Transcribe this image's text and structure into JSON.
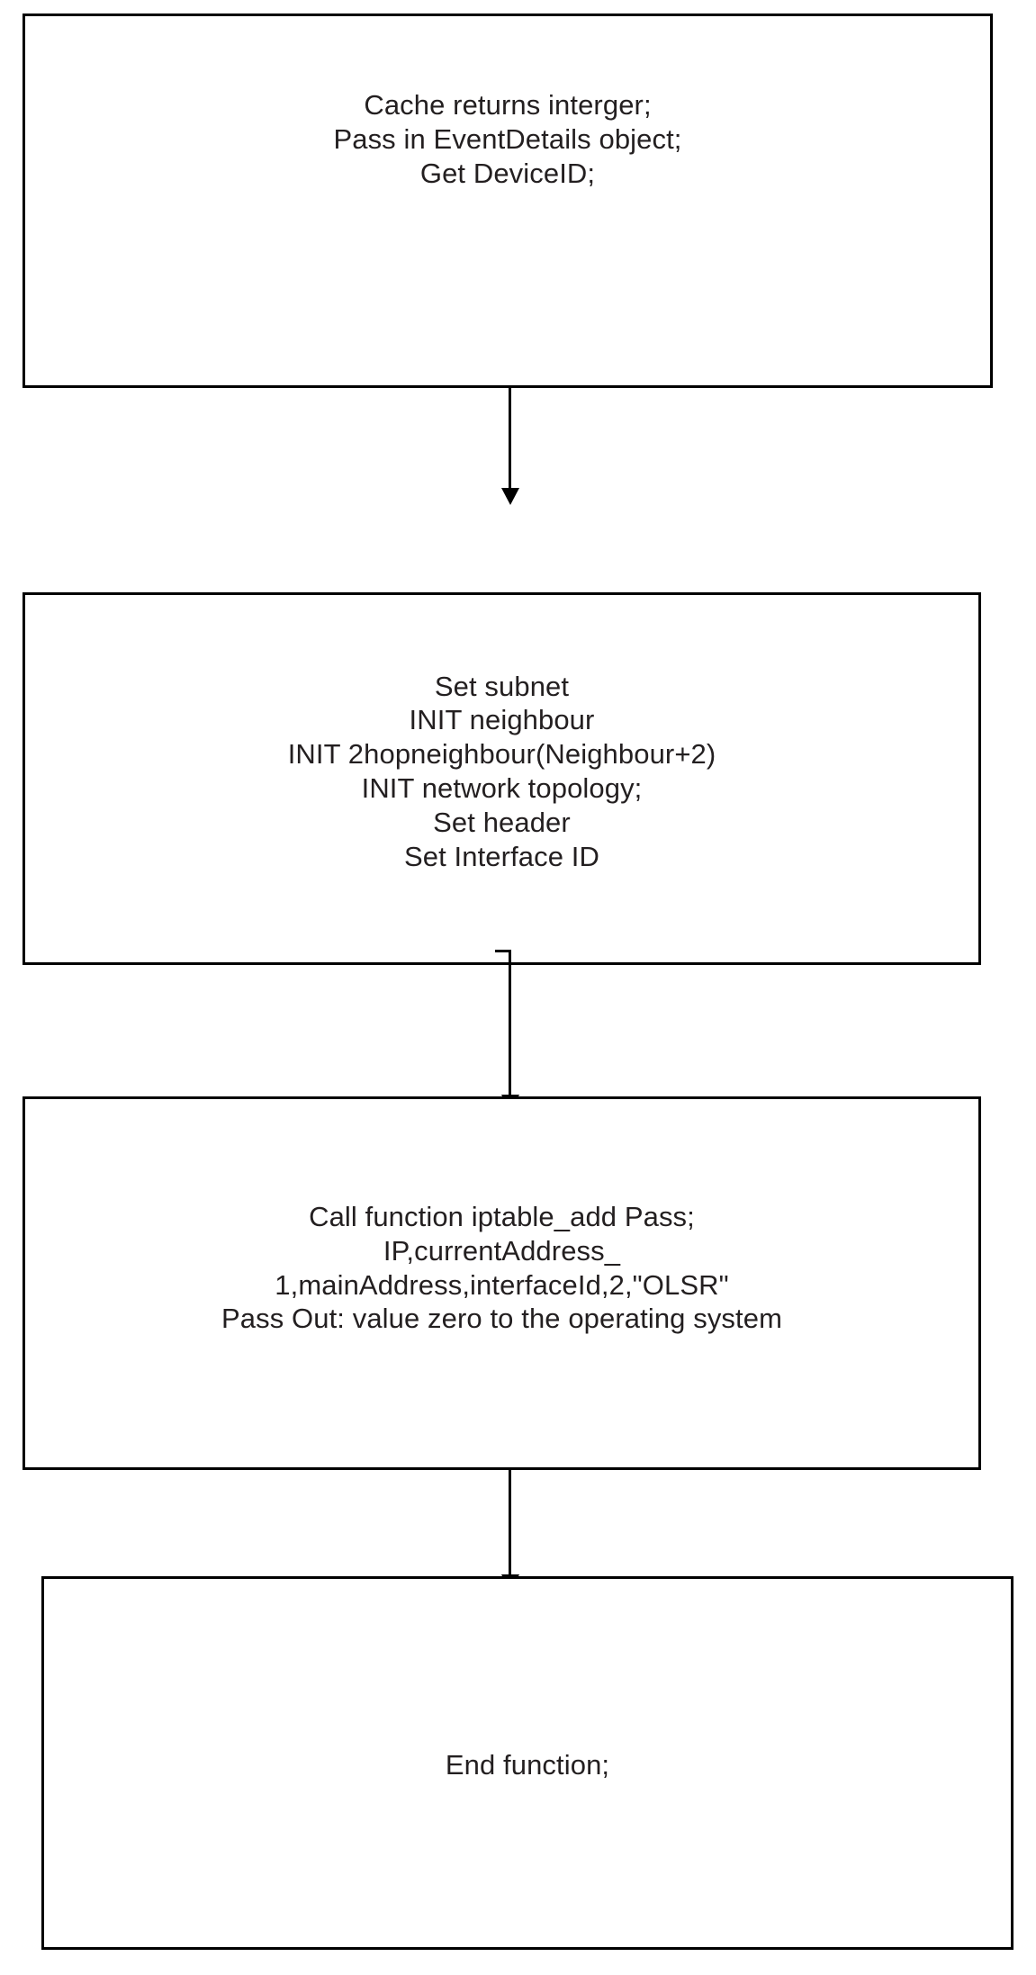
{
  "diagram": {
    "title": "OLSR iptable_add routine flowchart",
    "type": "flowchart",
    "orientation": "top-to-bottom",
    "stroke_color": "#000000",
    "text_color": "#231f20",
    "background_color": "#ffffff",
    "nodes": [
      {
        "id": "start",
        "shape": "rectangle",
        "text": "Cache returns interger;\nPass in EventDetails object;\nGet DeviceID;"
      },
      {
        "id": "init",
        "shape": "rectangle",
        "text": "Set subnet\nINIT neighbour\nINIT 2hopneighbour(Neighbour+2)\nINIT network topology;\nSet header\nSet Interface ID"
      },
      {
        "id": "call",
        "shape": "rectangle",
        "text": "Call function iptable_add Pass;\nIP,currentAddress_\n1,mainAddress,interfaceId,2,\"OLSR\"\nPass Out: value zero to the operating system"
      },
      {
        "id": "end",
        "shape": "rectangle",
        "text": "End function;"
      }
    ],
    "edges": [
      {
        "id": "edge-start-init",
        "from": "start",
        "to": "init",
        "label": "",
        "arrowhead": "filled-triangle"
      },
      {
        "id": "edge-init-call",
        "from": "init",
        "to": "call",
        "label": "",
        "arrowhead": "filled-triangle"
      },
      {
        "id": "edge-call-end",
        "from": "call",
        "to": "end",
        "label": "",
        "arrowhead": "filled-triangle"
      }
    ]
  }
}
